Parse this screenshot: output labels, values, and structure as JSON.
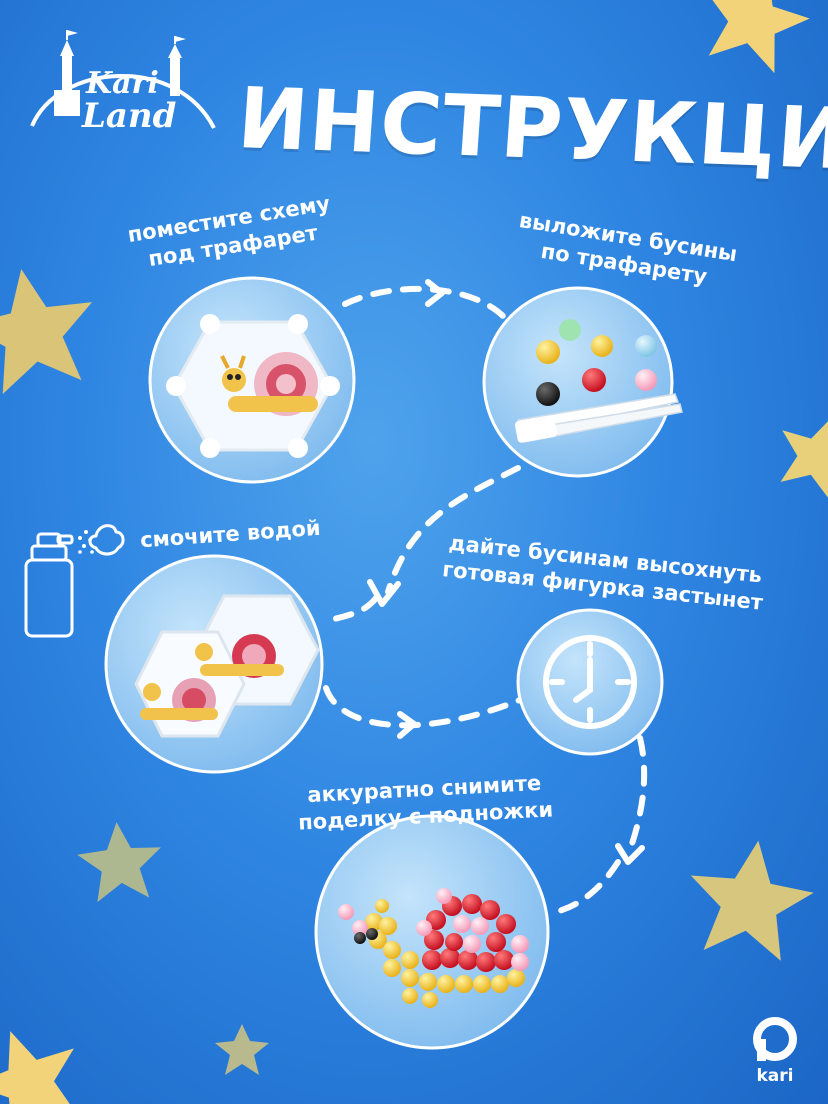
{
  "header": {
    "title": "ИНСТРУКЦИЯ",
    "logo": {
      "line1": "Kari",
      "line2": "Land"
    }
  },
  "steps": [
    {
      "text": "поместите схему\nпод трафарет"
    },
    {
      "text": "выложите бусины\nпо трафарету"
    },
    {
      "text": "смочите водой"
    },
    {
      "text": "дайте бусинам высохнуть\nготовая фигурка застынет"
    },
    {
      "text": "аккуратно снимите\nподелку с подножки"
    }
  ],
  "footer": {
    "brand": "kari"
  },
  "colors": {
    "background": "#2f86e2",
    "circle_fill": "#8ec8f2",
    "circle_border": "#ffffff",
    "star_gold": "#f2d37a",
    "star_pale": "#b9c08a",
    "bead_red": "#d41b2c",
    "bead_pink": "#f7a8c4",
    "bead_yellow": "#f5c227",
    "bead_black": "#1c1c1c"
  },
  "icons": [
    "castle-logo-icon",
    "spray-bottle-icon",
    "clock-icon",
    "tweezers-icon",
    "dashed-arrow-icon",
    "star-icon"
  ]
}
